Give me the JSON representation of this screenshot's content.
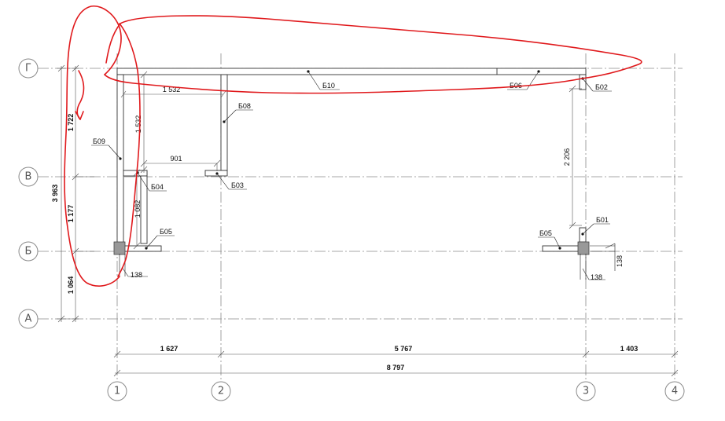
{
  "axes": {
    "rows": [
      {
        "id": "row-g",
        "label": "Г"
      },
      {
        "id": "row-v",
        "label": "В"
      },
      {
        "id": "row-b",
        "label": "Б"
      },
      {
        "id": "row-a",
        "label": "А"
      }
    ],
    "cols": [
      {
        "id": "col-1",
        "label": "1"
      },
      {
        "id": "col-2",
        "label": "2"
      },
      {
        "id": "col-3",
        "label": "3"
      },
      {
        "id": "col-4",
        "label": "4"
      }
    ]
  },
  "dimensions": {
    "left_total": "3 963",
    "left_seg_1": "1 722",
    "left_seg_2": "1 177",
    "left_seg_3": "1 064",
    "bottom_seg_1": "1 627",
    "bottom_seg_2": "5 767",
    "bottom_seg_3": "1 403",
    "bottom_total": "8 797",
    "inner_h": "1 532",
    "inner_v": "1 532",
    "inner_901": "901",
    "inner_1082": "1 082",
    "inner_2206": "2 206",
    "offset_138_left": "138",
    "offset_138_right": "138",
    "offset_138_side": "138"
  },
  "beams": {
    "b10": "Б10",
    "b06": "Б06",
    "b02": "Б02",
    "b08": "Б08",
    "b09": "Б09",
    "b04": "Б04",
    "b03": "Б03",
    "b05_left": "Б05",
    "b05_right": "Б05",
    "b01": "Б01"
  },
  "colors": {
    "markup": "#e0191c"
  }
}
